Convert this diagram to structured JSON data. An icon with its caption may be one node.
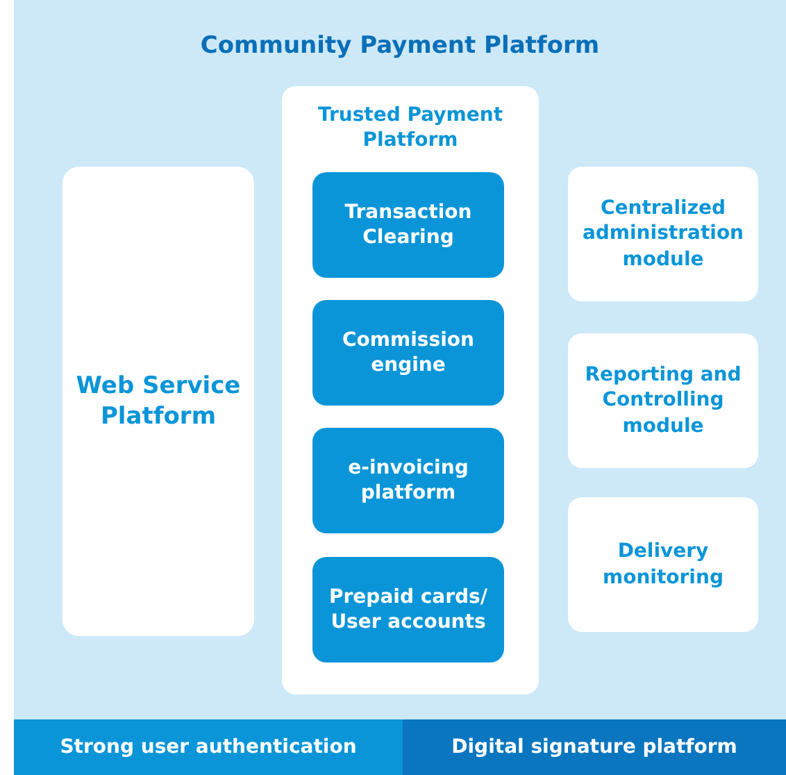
{
  "diagram": {
    "nodes": [
      {
        "text": [
          "Community Payment Platform"
        ]
      },
      {
        "text": [
          "Web Service Platform"
        ],
        "in": 0
      },
      {
        "text": [
          "Trusted Payment Platform"
        ],
        "in": 0
      },
      {
        "text": [
          "Transaction Clearing"
        ],
        "in": 2
      },
      {
        "text": [
          "Commission engine"
        ],
        "in": 2
      },
      {
        "text": [
          "e-invoicing platform"
        ],
        "in": 2
      },
      {
        "text": [
          "Prepaid cards/ User accounts"
        ],
        "in": 2
      },
      {
        "text": [
          "Centralized administration module"
        ],
        "in": 0
      },
      {
        "text": [
          "Reporting and Controlling module"
        ],
        "in": 0
      },
      {
        "text": [
          "Delivery monitoring"
        ],
        "in": 0
      },
      {
        "text": [
          "Strong user authentication"
        ],
        "in": 0
      },
      {
        "text": [
          "Digital signature platform"
        ],
        "in": 0
      }
    ]
  }
}
